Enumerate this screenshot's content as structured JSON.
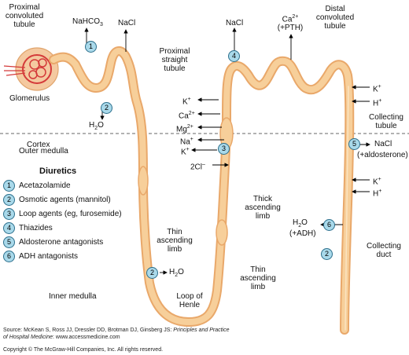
{
  "labels": {
    "proximal_convoluted_tubule": [
      "Proximal",
      "convoluted",
      "tubule"
    ],
    "glomerulus": "Glomerulus",
    "nahco3": "NaHCO",
    "nahco3_sub": "3",
    "nacl_top_left": "NaCl",
    "nacl_top_mid": "NaCl",
    "water_marker2": "H",
    "water_marker2_sub": "2",
    "water_marker2_tail": "O",
    "proximal_straight_tubule": [
      "Proximal",
      "straight",
      "tubule"
    ],
    "ca_pth": "Ca",
    "ca_pth_sup": "2+",
    "ca_pth_note": "(+PTH)",
    "distal_convoluted_tubule": [
      "Distal",
      "convoluted",
      "tubule"
    ],
    "k_loop": "K",
    "k_loop_sup": "+",
    "ca_loop": "Ca",
    "ca_loop_sup": "2+",
    "mg_loop": "Mg",
    "mg_loop_sup": "2+",
    "na_loop": "Na",
    "na_loop_sup": "+",
    "k2_loop": "K",
    "k2_loop_sup": "+",
    "cl_loop": "2Cl",
    "cl_loop_sup": "–",
    "k_right1": "K",
    "k_right1_sup": "+",
    "h_right1": "H",
    "h_right1_sup": "+",
    "collecting_tubule": [
      "Collecting",
      "tubule"
    ],
    "nacl_aldo": "NaCl",
    "aldo_note": "(+aldosterone)",
    "k_right2": "K",
    "k_right2_sup": "+",
    "h_right2": "H",
    "h_right2_sup": "+",
    "h2o_adh": "H",
    "h2o_adh_sub": "2",
    "h2o_adh_tail": "O",
    "adh_note": "(+ADH)",
    "collecting_duct": [
      "Collecting",
      "duct"
    ],
    "cortex": "Cortex",
    "outer_medulla": "Outer medulla",
    "inner_medulla": "Inner medulla",
    "thin_ascending_limb_left": [
      "Thin",
      "ascending",
      "limb"
    ],
    "thick_ascending_limb": [
      "Thick",
      "ascending",
      "limb"
    ],
    "thin_ascending_limb_right": [
      "Thin",
      "ascending",
      "limb"
    ],
    "loop_of_henle": [
      "Loop of",
      "Henle"
    ],
    "h2o_thin": "H",
    "h2o_thin_sub": "2",
    "h2o_thin_tail": "O"
  },
  "markers": {
    "m1": "1",
    "m2": "2",
    "m3": "3",
    "m4": "4",
    "m5": "5",
    "m6": "6",
    "m2_thin": "2",
    "m2_duct": "2"
  },
  "legend": {
    "title": "Diuretics",
    "items": [
      {
        "num": "1",
        "text": "Acetazolamide"
      },
      {
        "num": "2",
        "text": "Osmotic agents (mannitol)"
      },
      {
        "num": "3",
        "text": "Loop agents (eg, furosemide)"
      },
      {
        "num": "4",
        "text": "Thiazides"
      },
      {
        "num": "5",
        "text": "Aldosterone antagonists"
      },
      {
        "num": "6",
        "text": "ADH antagonists"
      }
    ]
  },
  "source": {
    "line1_prefix": "Source: McKean S, Ross JJ, Dressler DD, Brotman DJ, Ginsberg JS: ",
    "line1_title": "Principles and Practice",
    "line2": "of Hospital Medicine",
    "line2_suffix": ": www.accessmedicine.com",
    "copyright": "Copyright © The McGraw-Hill Companies, Inc. All rights reserved."
  },
  "colors": {
    "tubule_outer": "#e9a86a",
    "tubule_inner": "#f7cf9a",
    "badge_fill": "#a9d9ea",
    "badge_stroke": "#2c6f8c",
    "glomerulus_red": "#d43a3a",
    "glomerulus_capsule": "#f4c9a0"
  }
}
